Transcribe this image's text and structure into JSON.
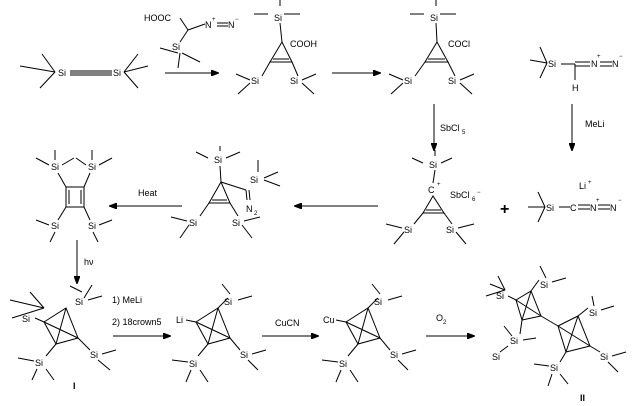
{
  "atoms": {
    "si": "Si",
    "h": "H",
    "li": "Li",
    "cu": "Cu",
    "c": "C",
    "n": "N",
    "n2": "N",
    "sub2": "2",
    "plus": "+",
    "minus": "−",
    "cooh": "COOH",
    "hooc": "HOOC",
    "cocl": "COCl"
  },
  "reagents": {
    "sbcl5": "SbCl",
    "sbcl5_sub": "5",
    "meli": "MeLi",
    "sbcl6": "SbCl",
    "sbcl6_sub": "6",
    "heat": "Heat",
    "hv": "hν",
    "step1": "1) MeLi",
    "step2": "2) 18crown5",
    "cucn": "CuCN",
    "o2": "O",
    "o2_sub": "2"
  },
  "operators": {
    "plus": "+"
  },
  "compound_labels": {
    "one": "I",
    "two": "II"
  }
}
